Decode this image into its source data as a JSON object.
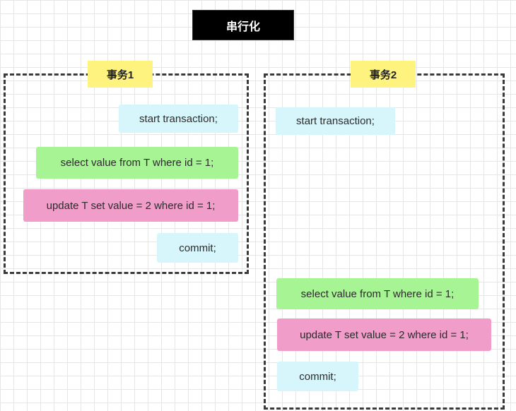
{
  "title": "串行化",
  "transactions": [
    {
      "label": "事务1",
      "steps": [
        {
          "text": "start transaction;",
          "color": "#d6f6fb"
        },
        {
          "text": "select value from T where id = 1;",
          "color": "#a7f494"
        },
        {
          "text": "update T set value = 2 where id = 1;",
          "color": "#f09dca"
        },
        {
          "text": "commit;",
          "color": "#d6f6fb"
        }
      ]
    },
    {
      "label": "事务2",
      "steps": [
        {
          "text": "start transaction;",
          "color": "#d6f6fb"
        },
        {
          "text": "select value from T where id = 1;",
          "color": "#a7f494"
        },
        {
          "text": "update T set value = 2 where id = 1;",
          "color": "#f09dca"
        },
        {
          "text": "commit;",
          "color": "#d6f6fb"
        }
      ]
    }
  ],
  "colors": {
    "title_bg": "#000000",
    "label_bg": "#fef37e",
    "border": "#3a3a3a"
  }
}
